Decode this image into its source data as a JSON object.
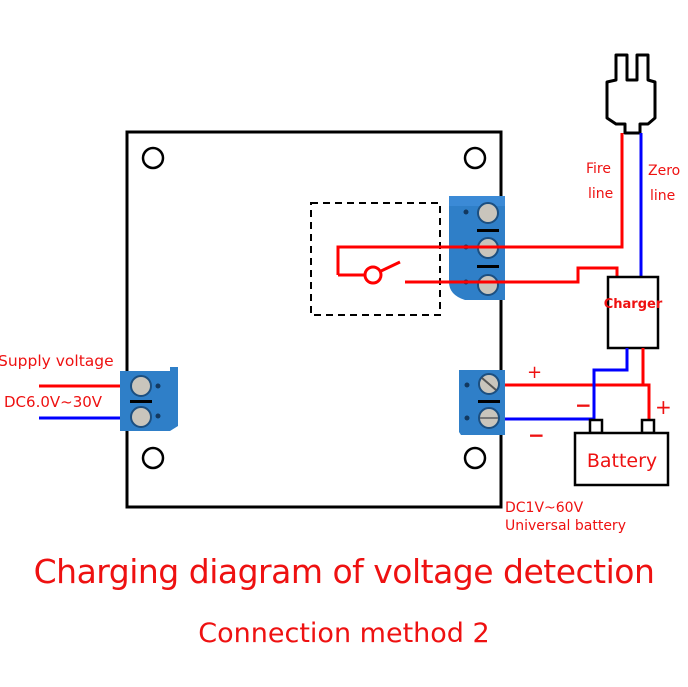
{
  "colors": {
    "wire_positive": "#ff0000",
    "wire_negative": "#0000ff",
    "label_text": "#ee1111",
    "terminal_block": "#2f7fc8",
    "outline": "#000000"
  },
  "plug": {
    "fire_line_label_1": "Fire",
    "fire_line_label_2": "line",
    "zero_line_label_1": "Zero",
    "zero_line_label_2": "line"
  },
  "charger": {
    "label": "Charger"
  },
  "battery": {
    "label": "Battery",
    "positive_symbol": "+",
    "negative_symbol": "−"
  },
  "output_terminal": {
    "positive_symbol": "+",
    "negative_symbol": "−",
    "spec_line_1": "DC1V~60V",
    "spec_line_2": "Universal battery"
  },
  "supply": {
    "label": "Supply voltage",
    "range": "DC6.0V~30V"
  },
  "titles": {
    "main": "Charging diagram of voltage detection",
    "sub": "Connection method 2"
  }
}
